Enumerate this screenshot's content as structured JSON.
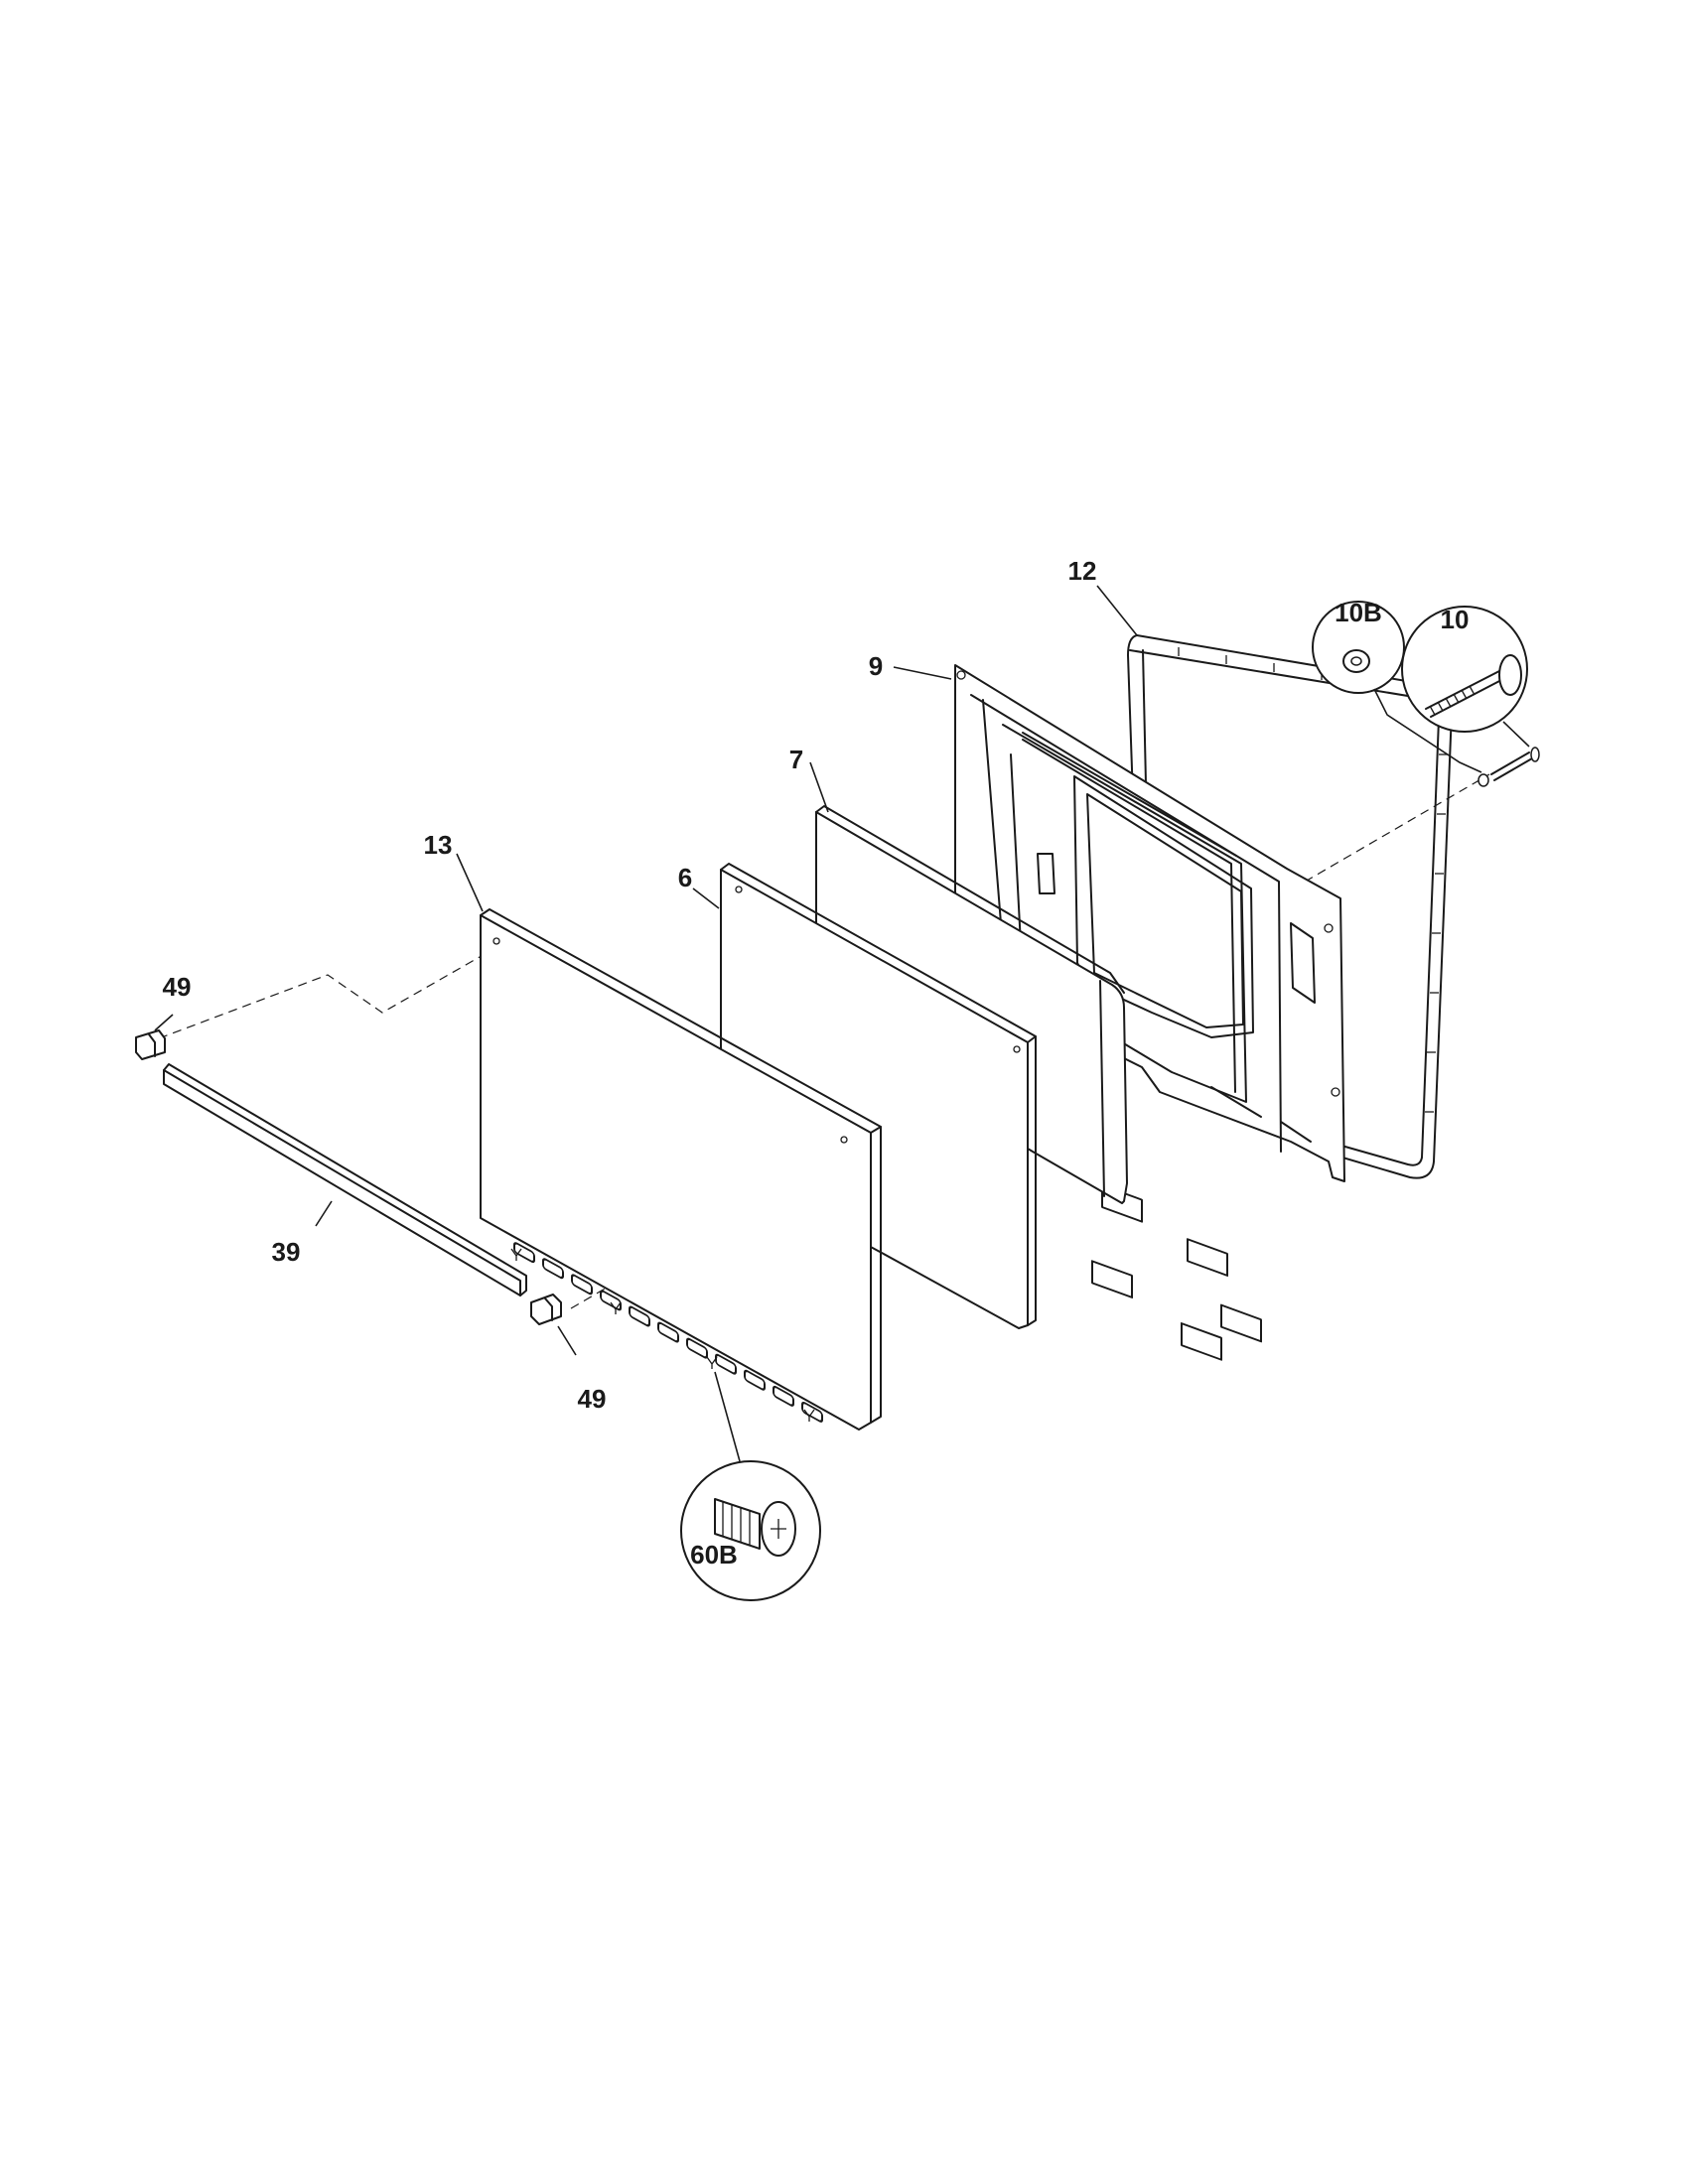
{
  "parts": [
    {
      "id": "part-12",
      "label": "12"
    },
    {
      "id": "part-9",
      "label": "9"
    },
    {
      "id": "part-7",
      "label": "7"
    },
    {
      "id": "part-6",
      "label": "6"
    },
    {
      "id": "part-13",
      "label": "13"
    },
    {
      "id": "part-49-top",
      "label": "49"
    },
    {
      "id": "part-39",
      "label": "39"
    },
    {
      "id": "part-49-bottom",
      "label": "49"
    },
    {
      "id": "part-10B",
      "label": "10B"
    },
    {
      "id": "part-10",
      "label": "10"
    },
    {
      "id": "part-60B",
      "label": "60B"
    }
  ]
}
